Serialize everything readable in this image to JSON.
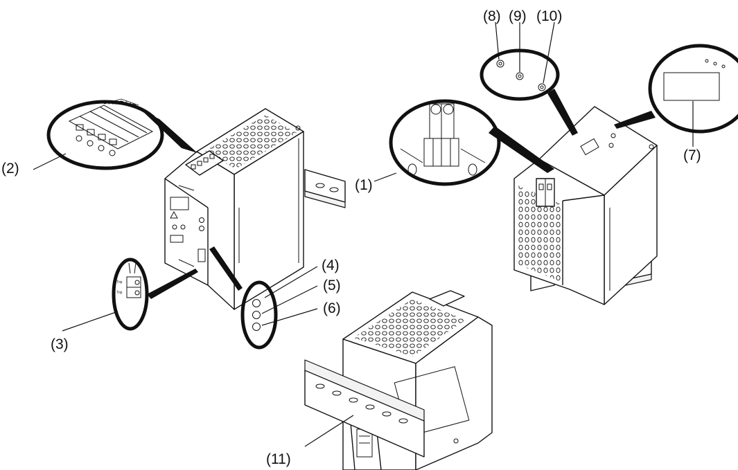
{
  "callouts": {
    "c1": "(1)",
    "c2": "(2)",
    "c3": "(3)",
    "c4": "(4)",
    "c5": "(5)",
    "c6": "(6)",
    "c7": "(7)",
    "c8": "(8)",
    "c9": "(9)",
    "c10": "(10)",
    "c11": "(11)"
  },
  "colors": {
    "ink": "#111111",
    "paper": "#ffffff"
  }
}
